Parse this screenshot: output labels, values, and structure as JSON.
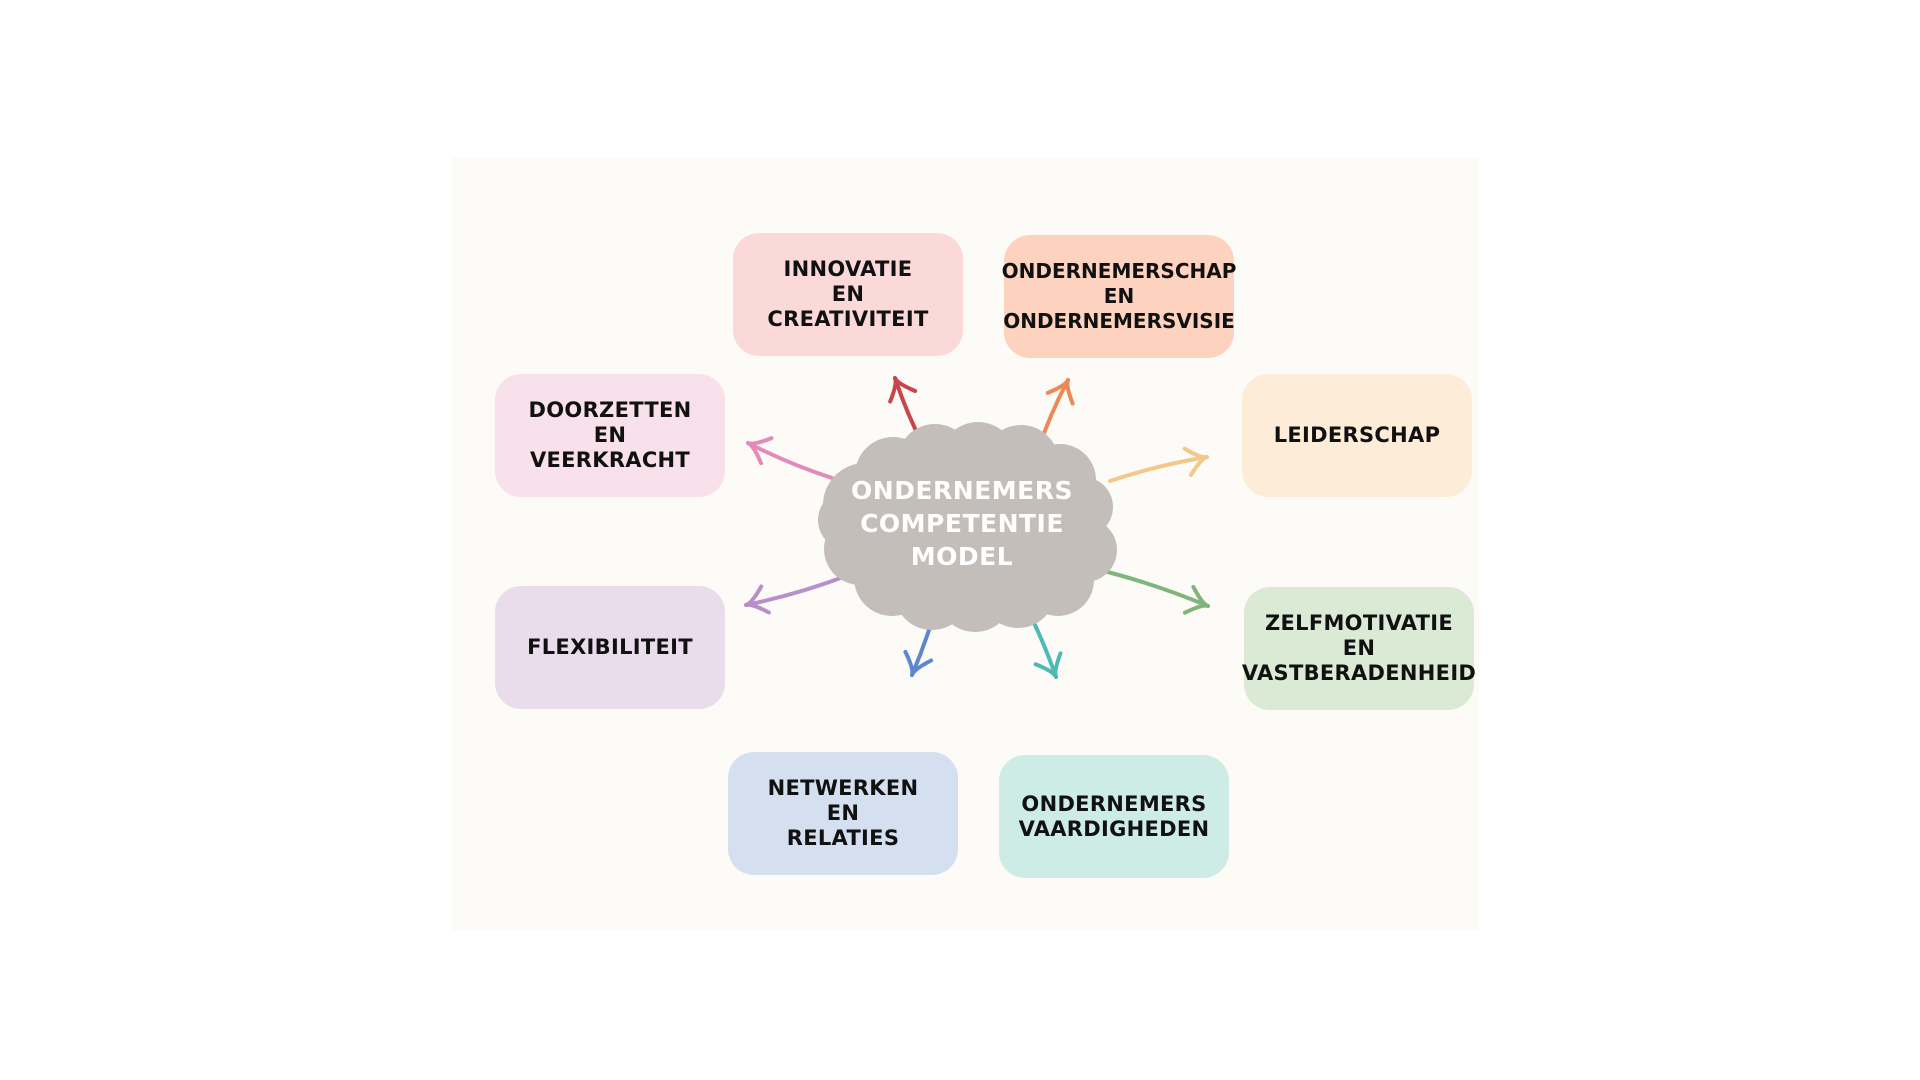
{
  "hub": {
    "label": "ONDERNEMERS\nCOMPETENTIE\nMODEL",
    "color": "#c4bebb"
  },
  "nodes": [
    {
      "id": "innovatie",
      "label": "INNOVATIE\nEN\nCREATIVITEIT",
      "color": "#fbd9d9",
      "arrow_color": "#c9454a"
    },
    {
      "id": "visie",
      "label": "ONDERNEMERSCHAP\nEN\nONDERNEMERSVISIE",
      "color": "#fdd3c0",
      "arrow_color": "#ec8a57"
    },
    {
      "id": "leiderschap",
      "label": "LEIDERSCHAP",
      "color": "#fdecd8",
      "arrow_color": "#f2c98a"
    },
    {
      "id": "zelfmotivatie",
      "label": "ZELFMOTIVATIE\nEN\nVASTBERADENHEID",
      "color": "#dbead5",
      "arrow_color": "#7fb47a"
    },
    {
      "id": "vaardigheden",
      "label": "ONDERNEMERS\nVAARDIGHEDEN",
      "color": "#cdece5",
      "arrow_color": "#4dbab4"
    },
    {
      "id": "netwerken",
      "label": "NETWERKEN\nEN\nRELATIES",
      "color": "#d4dff0",
      "arrow_color": "#5f86d0"
    },
    {
      "id": "flexibiliteit",
      "label": "FLEXIBILITEIT",
      "color": "#eaddeb",
      "arrow_color": "#b98fca"
    },
    {
      "id": "doorzetten",
      "label": "DOORZETTEN\nEN\nVEERKRACHT",
      "color": "#f8e1ea",
      "arrow_color": "#e58ab8"
    }
  ]
}
